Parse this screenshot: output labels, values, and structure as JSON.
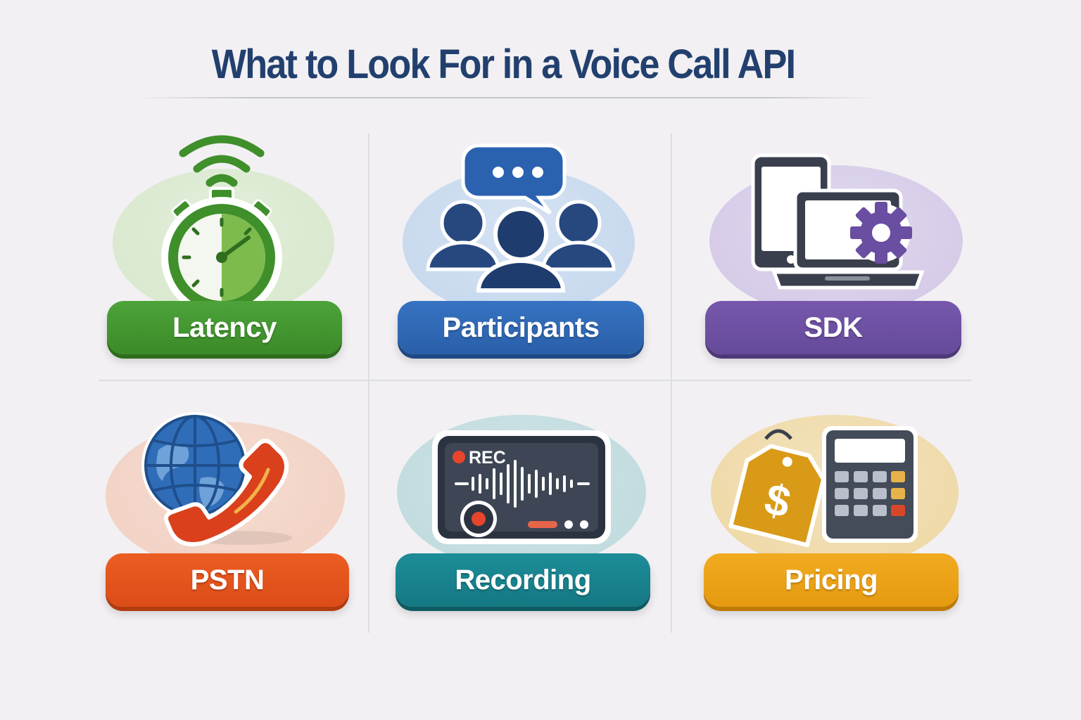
{
  "title": "What to Look For in a Voice Call API",
  "colors": {
    "title": "#22406e",
    "green": "#3f8f2b",
    "blue": "#2a62b0",
    "purple": "#6a4ea1",
    "orange": "#e0521f",
    "teal": "#177e8a",
    "gold": "#eba21a"
  },
  "features": [
    {
      "label": "Latency",
      "icon": "stopwatch-signal-icon",
      "color": "#3f8f2b"
    },
    {
      "label": "Participants",
      "icon": "group-chat-icon",
      "color": "#2a62b0"
    },
    {
      "label": "SDK",
      "icon": "devices-gear-icon",
      "color": "#6a4ea1"
    },
    {
      "label": "PSTN",
      "icon": "globe-phone-icon",
      "color": "#e0521f"
    },
    {
      "label": "Recording",
      "icon": "recorder-waveform-icon",
      "color": "#177e8a",
      "screen_label": "REC"
    },
    {
      "label": "Pricing",
      "icon": "price-tag-calculator-icon",
      "color": "#eba21a",
      "tag_symbol": "$"
    }
  ]
}
